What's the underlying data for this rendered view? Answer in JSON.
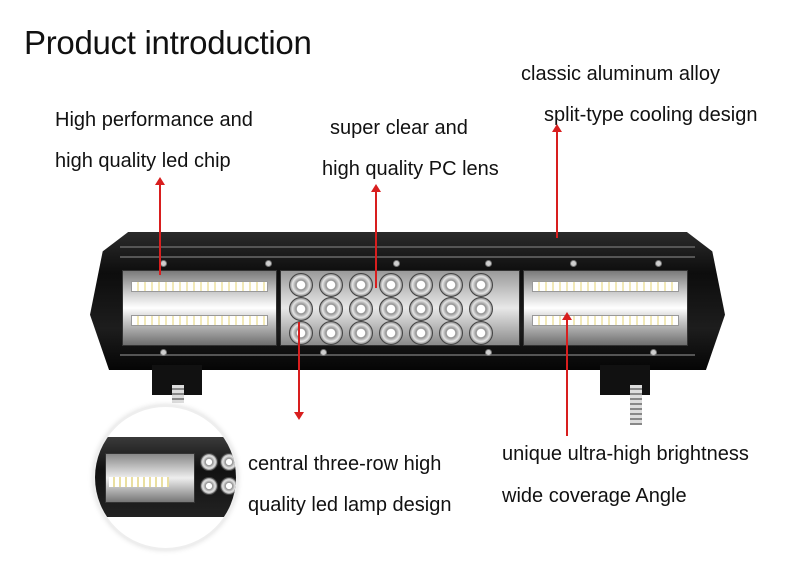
{
  "title": "Product introduction",
  "labels": {
    "aluminum_line1": "classic aluminum alloy",
    "aluminum_line2": "split-type cooling design",
    "chip_line1": "High performance and",
    "chip_line2": "high quality  led chip",
    "lens_line1": "super clear and",
    "lens_line2": "high quality PC lens",
    "central_line1": "central three-row high",
    "central_line2": "quality led lamp design",
    "brightness_line1": "unique ultra-high brightness",
    "brightness_line2": "wide coverage Angle"
  },
  "colors": {
    "arrow": "#d81e1e",
    "text": "#111111",
    "background": "#ffffff"
  }
}
